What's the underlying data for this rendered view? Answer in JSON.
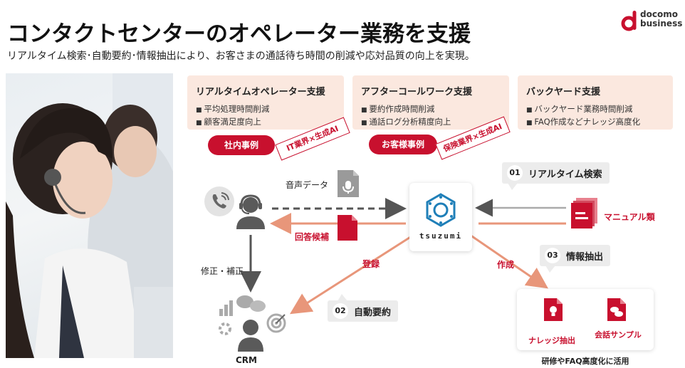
{
  "header": {
    "title": "コンタクトセンターのオペレーター業務を支援",
    "subtitle": "リアルタイム検索･自動要約･情報抽出により、お客さまの通話待ち時間の削減や応対品質の向上を実現。"
  },
  "logo": {
    "line1": "docomo",
    "line2": "business",
    "brand_color": "#c8102e"
  },
  "cards": [
    {
      "title": "リアルタイムオペレーター支援",
      "bullets": [
        "平均処理時間削減",
        "顧客満足度向上"
      ]
    },
    {
      "title": "アフターコールワーク支援",
      "bullets": [
        "要約作成時間削減",
        "通話ログ分析精度向上"
      ]
    },
    {
      "title": "バックヤード支援",
      "bullets": [
        "バックヤード業務時間削減",
        "FAQ作成などナレッジ高度化"
      ]
    }
  ],
  "cases": [
    {
      "pill": "社内事例",
      "stamp": "IT業界×生成AI"
    },
    {
      "pill": "お客様事例",
      "stamp": "保険業界×生成AI"
    }
  ],
  "flow": {
    "voice_data": "音声データ",
    "answer_candidates": "回答候補",
    "correction": "修正・補正",
    "register": "登録",
    "create": "作成",
    "manuals": "マニュアル類",
    "crm": "CRM",
    "engine_name": "tsuzumi"
  },
  "callouts": [
    {
      "num": "01",
      "label": "リアルタイム検索"
    },
    {
      "num": "02",
      "label": "自動要約"
    },
    {
      "num": "03",
      "label": "情報抽出"
    }
  ],
  "outputs": {
    "items": [
      "ナレッジ抽出",
      "会話サンプル"
    ],
    "caption": "研修やFAQ高度化に活用"
  },
  "colors": {
    "accent": "#c8102e",
    "card_bg": "#fbe8df",
    "arrow_salmon": "#e8967a",
    "arrow_gray": "#555555",
    "icon_gray": "#9a9a9a"
  }
}
